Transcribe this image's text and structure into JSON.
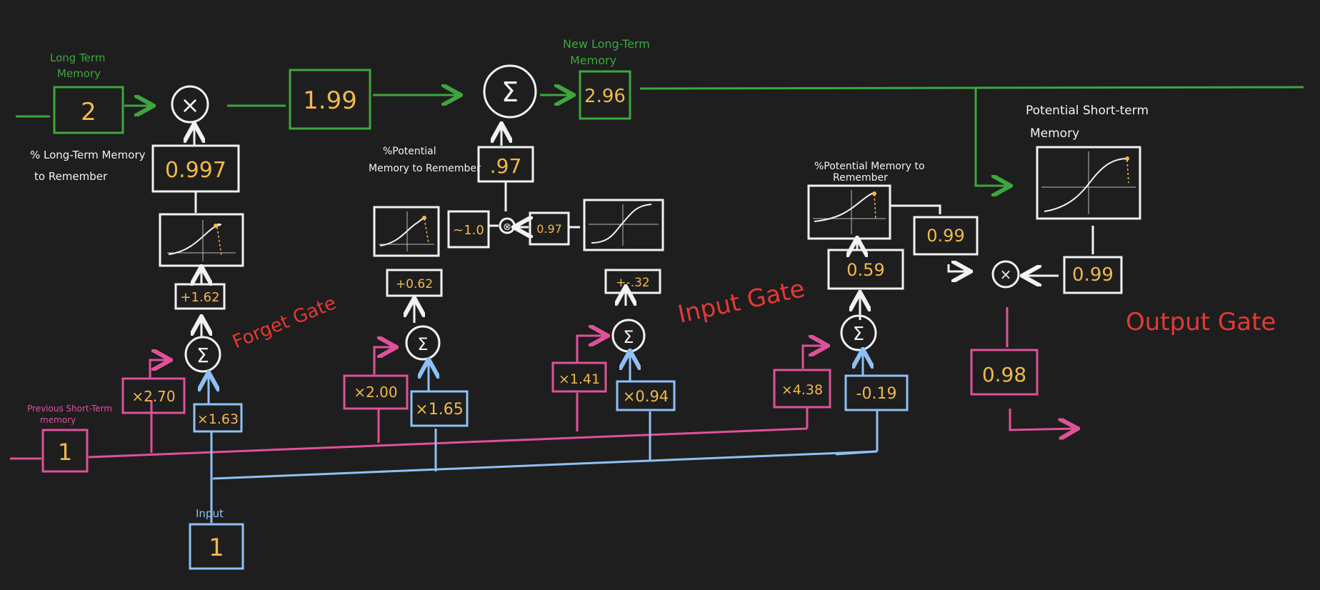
{
  "labels": {
    "long_term_memory": [
      "Long Term",
      "Memory"
    ],
    "new_long_term_memory": [
      "New Long-Term",
      "Memory"
    ],
    "pct_ltm_remember": [
      "% Long-Term Memory",
      "to Remember"
    ],
    "pct_potential_memory": [
      "%Potential",
      "Memory to Remember"
    ],
    "pct_potential_memory_2": [
      "%Potential Memory to",
      "Remember"
    ],
    "potential_stm": [
      "Potential Short-term",
      "Memory"
    ],
    "previous_stm": [
      "Previous Short-Term",
      "memory"
    ],
    "input": "Input",
    "forget_gate": "Forget Gate",
    "input_gate": "Input Gate",
    "output_gate": "Output Gate"
  },
  "values": {
    "ltm_in": "2",
    "ltm_after_forget": "1.99",
    "ltm_new": "2.96",
    "forget_sigmoid_out": "0.997",
    "forget_bias": "+1.62",
    "forget_w_stm": "×2.70",
    "forget_w_in": "×1.63",
    "input_sig_out": ".97",
    "input_left_approx": "~1.0",
    "input_right_val": "0.97",
    "input_left_bias": "+0.62",
    "input_right_bias": "+-.32",
    "input_left_w_stm": "×2.00",
    "input_left_w_in": "×1.65",
    "input_right_w_stm": "×1.41",
    "input_right_w_in": "×0.94",
    "output_sig_val": "0.99",
    "output_bias_box": "0.59",
    "output_w_stm": "×4.38",
    "output_w_in": "-0.19",
    "potential_stm_val": "0.99",
    "output_final": "0.98",
    "prev_stm": "1",
    "input_val": "1"
  },
  "symbols": {
    "multiply": "×",
    "sum": "Σ",
    "small_multiply": "⊗"
  },
  "colors": {
    "background": "#1e1e1e",
    "long_term": "#3ea63e",
    "short_term": "#e0519a",
    "input": "#8fc0f5",
    "values": "#f2b94a",
    "gate_labels": "#e53935",
    "lines": "#f2f2f2"
  }
}
